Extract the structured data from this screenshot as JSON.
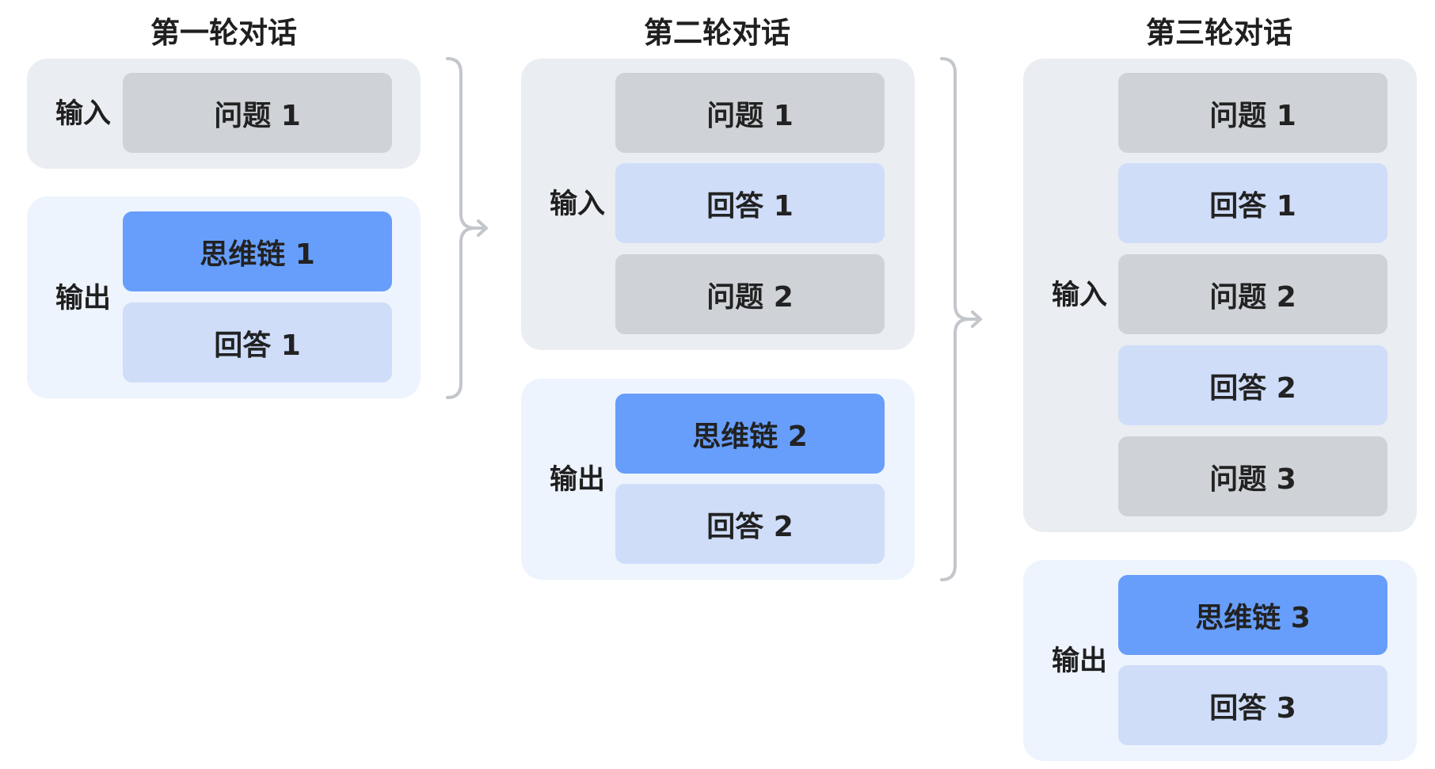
{
  "rounds": [
    {
      "title": "第一轮对话",
      "input_label": "输入",
      "output_label": "输出",
      "inputs": [
        {
          "kind": "question",
          "text": "问题 1"
        }
      ],
      "outputs": [
        {
          "kind": "cot",
          "text": "思维链 1"
        },
        {
          "kind": "answer",
          "text": "回答 1"
        }
      ]
    },
    {
      "title": "第二轮对话",
      "input_label": "输入",
      "output_label": "输出",
      "inputs": [
        {
          "kind": "question",
          "text": "问题 1"
        },
        {
          "kind": "answer",
          "text": "回答 1"
        },
        {
          "kind": "question",
          "text": "问题 2"
        }
      ],
      "outputs": [
        {
          "kind": "cot",
          "text": "思维链 2"
        },
        {
          "kind": "answer",
          "text": "回答 2"
        }
      ]
    },
    {
      "title": "第三轮对话",
      "input_label": "输入",
      "output_label": "输出",
      "inputs": [
        {
          "kind": "question",
          "text": "问题 1"
        },
        {
          "kind": "answer",
          "text": "回答 1"
        },
        {
          "kind": "question",
          "text": "问题 2"
        },
        {
          "kind": "answer",
          "text": "回答 2"
        },
        {
          "kind": "question",
          "text": "问题 3"
        }
      ],
      "outputs": [
        {
          "kind": "cot",
          "text": "思维链 3"
        },
        {
          "kind": "answer",
          "text": "回答 3"
        }
      ]
    }
  ],
  "colors": {
    "question_box": "#cfd3d7",
    "answer_box": "#cfddf9",
    "cot_box": "#679efb",
    "input_panel": "#eaedf1",
    "output_panel": "#eef4fd",
    "connector": "#c3c7cc"
  }
}
